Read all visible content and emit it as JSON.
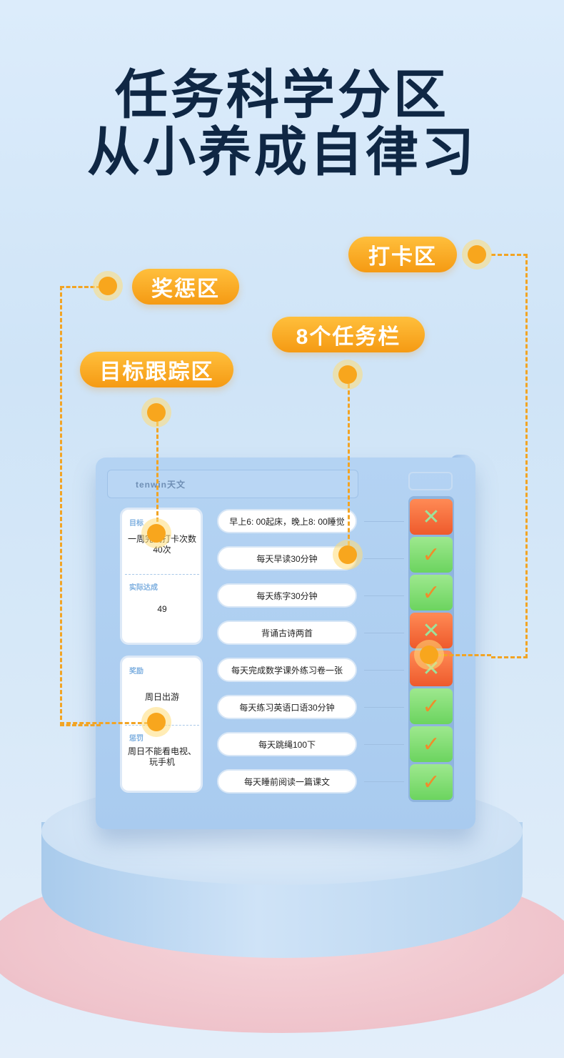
{
  "headline": {
    "line1": "任务科学分区",
    "line2": "从小养成自律习"
  },
  "callouts": {
    "punish": "奖惩区",
    "checkin": "打卡区",
    "tasks": "8个任务栏",
    "goal": "目标跟踪区"
  },
  "device": {
    "brand": "tenwin天文",
    "goal_panel": {
      "label": "目标",
      "text": "一周完成打卡次数40次",
      "actual_label": "实际达成",
      "actual_value": "49"
    },
    "reward_panel": {
      "reward_label": "奖励",
      "reward_text": "周日出游",
      "punish_label": "惩罚",
      "punish_text": "周日不能看电视、玩手机"
    },
    "tasks": [
      "早上6: 00起床，晚上8: 00睡觉",
      "每天早读30分钟",
      "每天练字30分钟",
      "背诵古诗两首",
      "每天完成数学课外练习卷一张",
      "每天练习英语口语30分钟",
      "每天跳绳100下",
      "每天睡前阅读一篇课文"
    ],
    "checkins": [
      "x",
      "check",
      "check",
      "x",
      "x",
      "check",
      "check",
      "check"
    ]
  },
  "colors": {
    "accent": "#f59a13",
    "title": "#0f2744",
    "device": "#a9cbef",
    "red": "#ee5a2c",
    "green": "#6cd45f"
  }
}
